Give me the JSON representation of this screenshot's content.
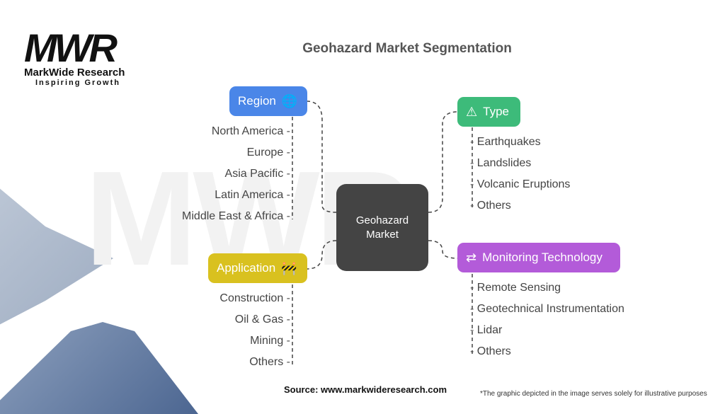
{
  "logo": {
    "mark": "MWR",
    "name": "MarkWide Research",
    "tagline": "Inspiring Growth"
  },
  "title": "Geohazard Market Segmentation",
  "center": {
    "line1": "Geohazard",
    "line2": "Market"
  },
  "categories": {
    "region": {
      "label": "Region",
      "icon": "globe-icon",
      "color": "#4a86e8",
      "items": [
        "North America",
        "Europe",
        "Asia Pacific",
        "Latin America",
        "Middle East & Africa"
      ]
    },
    "type": {
      "label": "Type",
      "icon": "hazard-icon",
      "color": "#3dbb7a",
      "items": [
        "Earthquakes",
        "Landslides",
        "Volcanic Eruptions",
        "Others"
      ]
    },
    "application": {
      "label": "Application",
      "icon": "construction-icon",
      "color": "#d9c11f",
      "items": [
        "Construction",
        "Oil & Gas",
        "Mining",
        "Others"
      ]
    },
    "monitoring": {
      "label": "Monitoring Technology",
      "icon": "monitoring-icon",
      "color": "#b35bd9",
      "items": [
        "Remote Sensing",
        "Geotechnical Instrumentation",
        "Lidar",
        "Others"
      ]
    }
  },
  "footer": {
    "source": "Source: www.markwideresearch.com",
    "note": "*The graphic depicted in the image serves solely for illustrative purposes"
  }
}
